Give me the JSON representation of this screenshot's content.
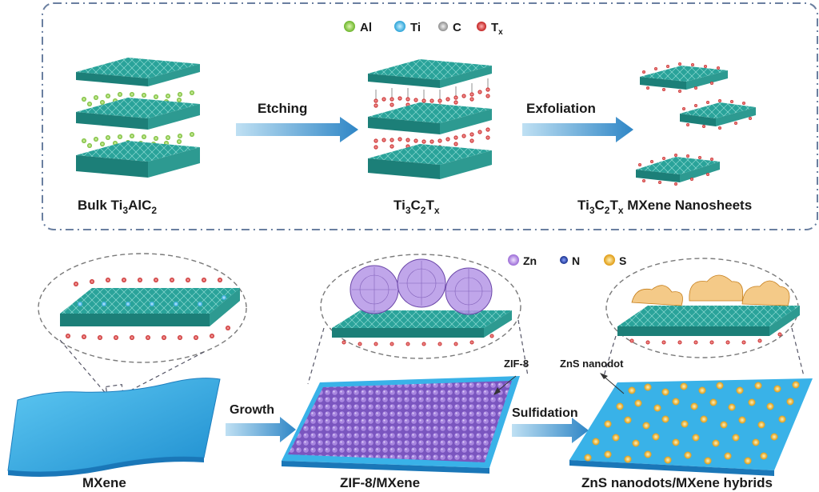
{
  "legend_top": [
    {
      "label": "Al",
      "color": "#7cc73a"
    },
    {
      "label": "Ti",
      "color": "#3db7e4"
    },
    {
      "label": "C",
      "color": "#a8a8a8"
    },
    {
      "label": "T",
      "sub": "x",
      "color": "#d12b2b"
    }
  ],
  "legend_bottom": [
    {
      "label": "Zn",
      "color": "#b58be0"
    },
    {
      "label": "N",
      "color": "#1f3fa8"
    },
    {
      "label": "S",
      "color": "#f0b21e"
    }
  ],
  "top_row": {
    "bulk_label": {
      "a": "Bulk Ti",
      "b": "3",
      "c": "AlC",
      "d": "2"
    },
    "arrow1_label": "Etching",
    "ti3c2tx_label": {
      "a": "Ti",
      "b": "3",
      "c": "C",
      "d": "2",
      "e": "T",
      "f": "x"
    },
    "arrow2_label": "Exfoliation",
    "nanosheets_label": {
      "a": "Ti",
      "b": "3",
      "c": "C",
      "d": "2",
      "e": "T",
      "f": "x",
      "g": " MXene Nanosheets"
    }
  },
  "bottom_row": {
    "mxene_label": "MXene",
    "arrow3_label": "Growth",
    "zif_mxene_label": "ZIF-8/MXene",
    "zif8_callout": "ZIF-8",
    "arrow4_label": "Sulfidation",
    "zns_callout": "ZnS nanodot",
    "hybrid_label": "ZnS nanodots/MXene hybrids"
  },
  "colors": {
    "slab_top": "#2aa39a",
    "slab_side": "#1c7f78",
    "sheet_blue": "#39b2e8",
    "zif_purple": "#8a62c9",
    "zns_yellow": "#f0b21e",
    "arrow_blue": "#2f86c6",
    "frame": "#6a7fa0"
  }
}
